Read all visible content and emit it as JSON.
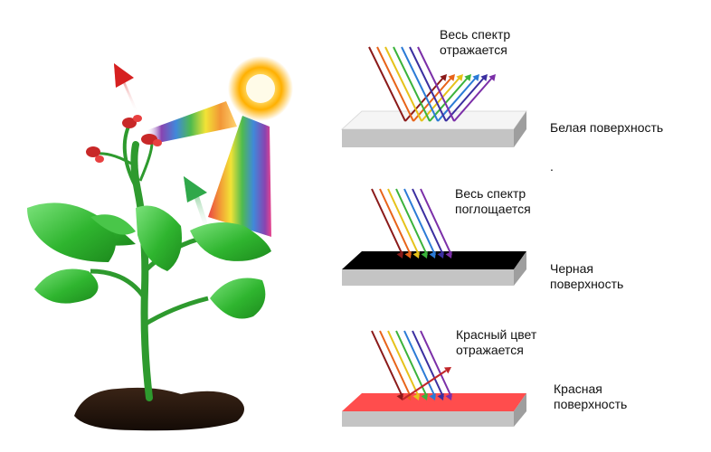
{
  "labels": {
    "white_top": "Весь спектр\nотражается",
    "white_surface": "Белая поверхность",
    "dot": ".",
    "black_top": "Весь спектр\nпоглощается",
    "black_surface": "Черная\nповерхность",
    "red_top": "Красный цвет\nотражается",
    "red_surface": "Красная\nповерхность"
  },
  "spectrum_colors": [
    "#8b1a1a",
    "#e8641a",
    "#e6c21a",
    "#3bb33b",
    "#2b7bd6",
    "#3b2fa0",
    "#7b2fa8"
  ],
  "colors": {
    "white_surface": "#ffffff",
    "black_surface": "#000000",
    "red_surface": "#ff4d4d",
    "slab_side": "#b8b8b8",
    "leaf": "#33b833",
    "soil": "#2a1a10",
    "sun": "#ffb000",
    "arrow_red": "#d62020",
    "arrow_green": "#2fa84a"
  },
  "icons": [
    "sun-icon",
    "plant-icon",
    "red-arrow-icon",
    "green-arrow-icon"
  ]
}
